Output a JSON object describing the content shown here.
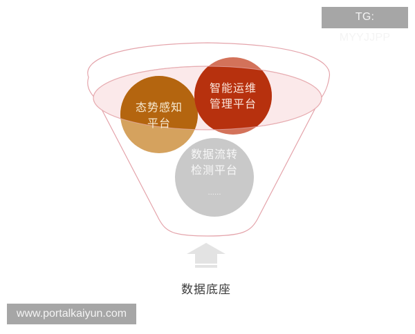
{
  "watermarks": {
    "top_right": "TG: MYYJJPP",
    "bottom_left": "www.portalkaiyun.com"
  },
  "funnel": {
    "outline_color": "#e4a3aa",
    "inner_ellipse_fill": "#fbe9ea",
    "platforms": [
      {
        "id": "situational-awareness",
        "line1": "态势感知",
        "line2": "平台",
        "color": "#b4650f",
        "color_lower": "#d5a25e"
      },
      {
        "id": "intelligent-ops",
        "line1": "智能运维",
        "line2": "管理平台",
        "color": "#b7310e",
        "color_lower": "#d3725a"
      },
      {
        "id": "data-flow-detection",
        "line1": "数据流转",
        "line2": "检测平台",
        "extra": "......",
        "color": "#c9c9c9"
      }
    ]
  },
  "arrow": {
    "color": "#e3e3e3",
    "direction": "up"
  },
  "base": {
    "label": "数据底座"
  }
}
